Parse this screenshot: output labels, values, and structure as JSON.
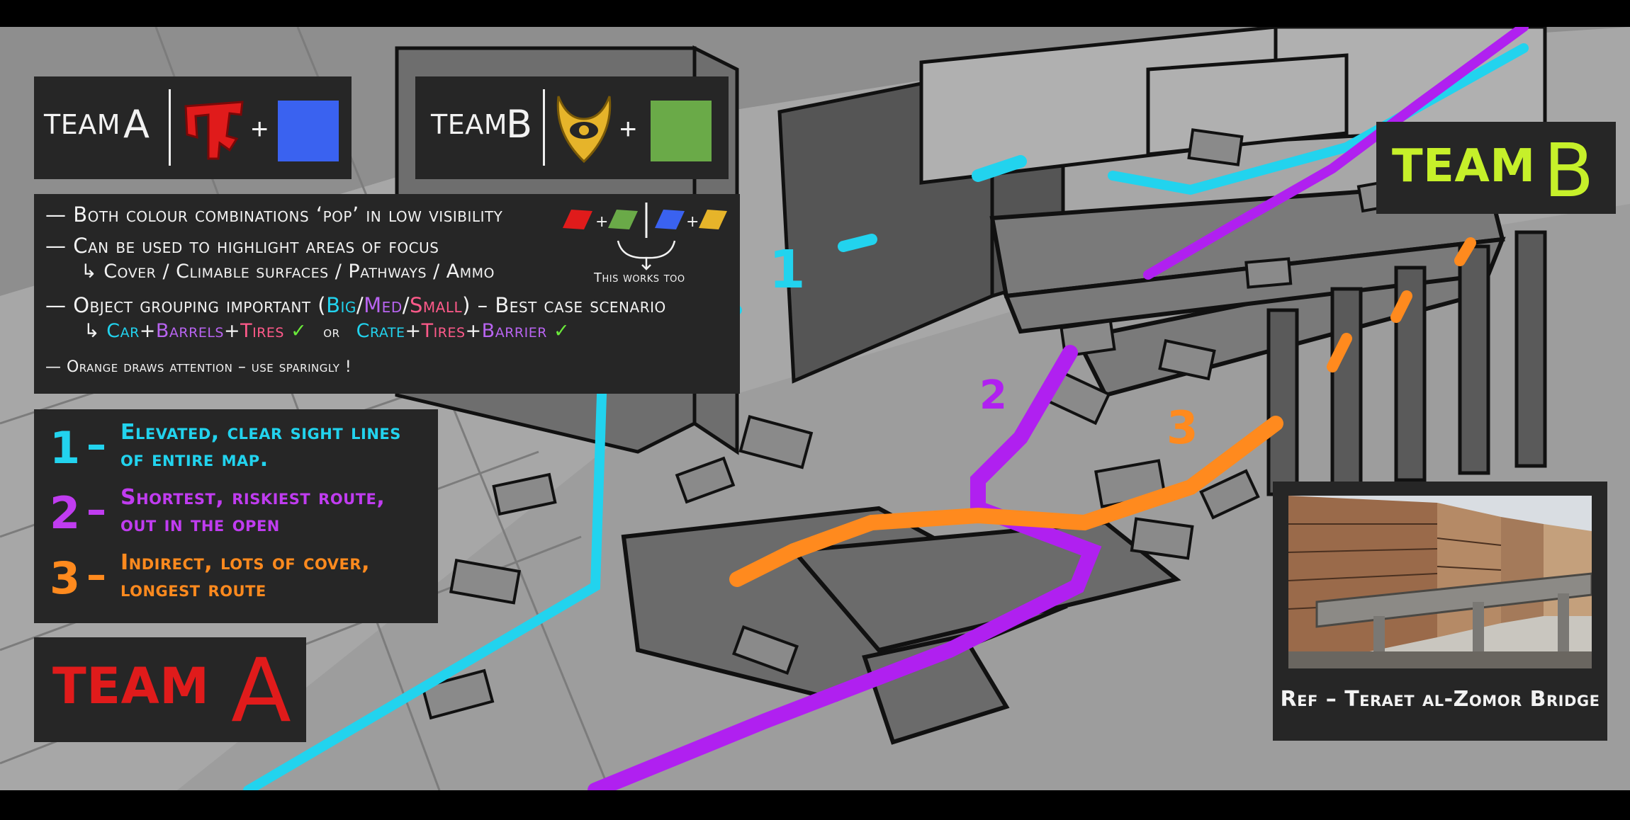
{
  "colors": {
    "cyan": "#22d3ee",
    "purple": "#b020f0",
    "orange": "#ff8a1e",
    "team_a_red": "#e01b1b",
    "team_a_blue": "#3a62f0",
    "team_b_gold": "#e6b42a",
    "team_b_green": "#6aaa48",
    "team_b_lime": "#c6f02a",
    "pink": "#ff5a8a"
  },
  "legend_a": {
    "label": "TEAM",
    "letter": "A",
    "plus": "+",
    "emblem_icon": "team-a-emblem-icon",
    "swatch_color": "#3a62f0"
  },
  "legend_b": {
    "label": "TEAM",
    "letter": "B",
    "plus": "+",
    "emblem_icon": "team-b-eye-emblem-icon",
    "swatch_color": "#6aaa48"
  },
  "notes": {
    "line1": "— Both colour combinations ‘pop’ in low visibility",
    "line2": "— Can be used to highlight areas of focus",
    "line3": "↳ Cover / Climable surfaces / Pathways / Ammo",
    "this_works_too": "This works too",
    "line4_pre": "— Object grouping important (",
    "big": "Big",
    "slash": "/",
    "med": "Med",
    "small": "Small",
    "line4_post": ") – Best case scenario",
    "arrow": "↳",
    "car": "Car",
    "plus": "+",
    "barrels": "Barrels",
    "tires": "Tires",
    "check": "✓",
    "or": "or",
    "crate": "Crate",
    "barrier": "Barrier",
    "line6": "— Orange draws attention – use sparingly !"
  },
  "routes": [
    {
      "num": "1",
      "dash": "–",
      "line1": "Elevated, clear sight lines",
      "line2": "of entire map.",
      "color": "#22d3ee"
    },
    {
      "num": "2",
      "dash": "–",
      "line1": "Shortest, riskiest route,",
      "line2": "out in the open",
      "color": "#c03cf0"
    },
    {
      "num": "3",
      "dash": "–",
      "line1": "Indirect, lots of cover,",
      "line2": "longest route",
      "color": "#ff8a1e"
    }
  ],
  "team_a_label": {
    "word": "TEAM",
    "letter": "A"
  },
  "team_b_label": {
    "word": "TEAM",
    "letter": "B"
  },
  "map_labels": {
    "one": "1",
    "two": "2",
    "three": "3"
  },
  "reference": {
    "caption": "Ref – Teraet al-Zomor Bridge",
    "photo": "bridge-reference-photo"
  }
}
